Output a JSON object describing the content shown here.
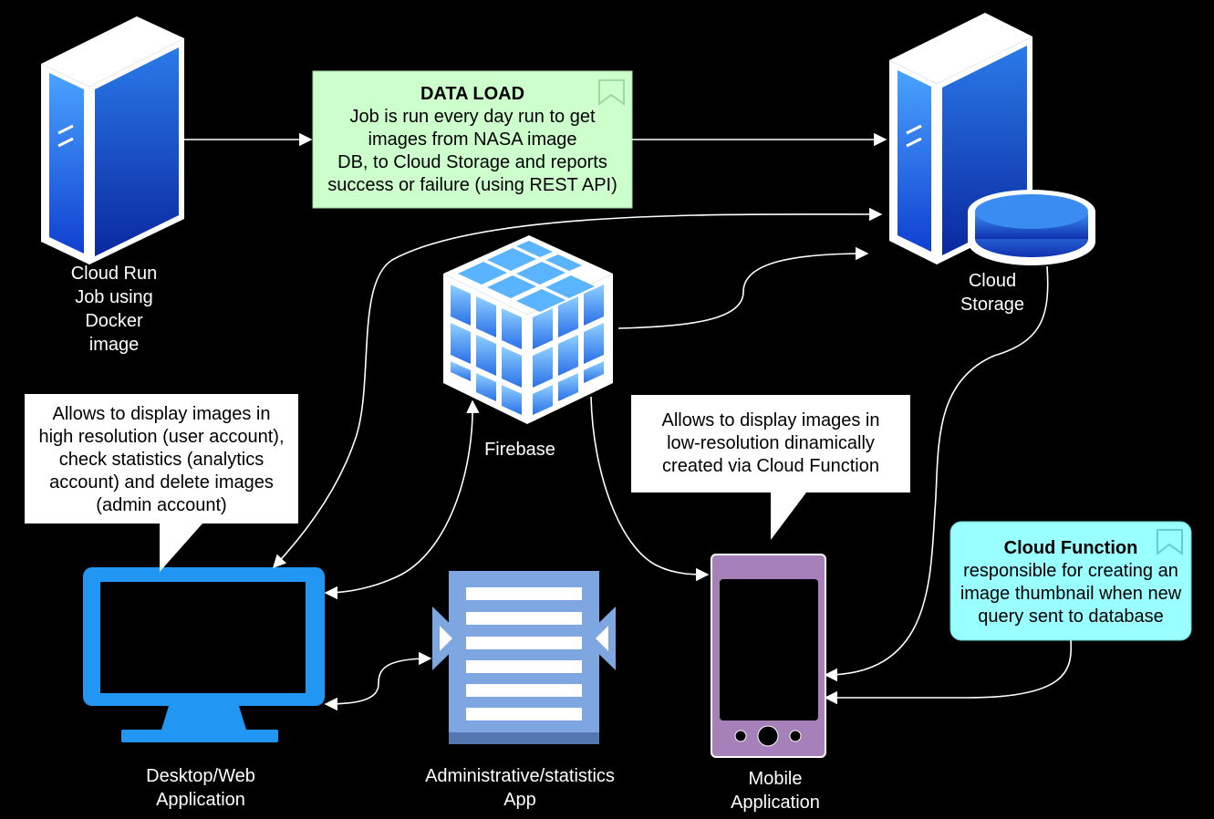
{
  "nodes": {
    "cloud_run": {
      "label_lines": [
        "Cloud Run",
        "Job using",
        "Docker",
        "image"
      ]
    },
    "cloud_storage": {
      "label_lines": [
        "Cloud",
        "Storage"
      ]
    },
    "firebase": {
      "label": "Firebase"
    },
    "desktop": {
      "label_lines": [
        "Desktop/Web",
        "Application"
      ]
    },
    "admin_app": {
      "label_lines": [
        "Administrative/statistics",
        "App"
      ]
    },
    "mobile": {
      "label_lines": [
        "Mobile",
        "Application"
      ]
    }
  },
  "data_load": {
    "title": "DATA LOAD",
    "lines": [
      "Job is run every day run to get",
      "images from NASA image",
      "DB, to Cloud Storage and reports",
      "success or failure (using REST API)"
    ]
  },
  "cloud_function": {
    "title": "Cloud Function",
    "lines": [
      "responsible for creating an",
      "image thumbnail when new",
      "query sent to database"
    ]
  },
  "callouts": {
    "desktop_note": [
      "Allows to display images in",
      "high resolution (user account),",
      "check statistics (analytics",
      "account) and delete images",
      "(admin account)"
    ],
    "mobile_note": [
      "Allows to display images in",
      "low-resolution dinamically",
      "created via Cloud Function"
    ]
  },
  "colors": {
    "background": "#000000",
    "data_load_fill": "#ccffcc",
    "cloud_function_fill": "#99ffff",
    "server_blue": "#1a73e8",
    "monitor_blue": "#2196f3",
    "mobile_purple": "#a680b8",
    "admin_blue": "#7ea6e0"
  },
  "icons": [
    "server-icon",
    "database-icon",
    "cube-icon",
    "monitor-icon",
    "document-list-icon",
    "mobile-phone-icon",
    "bookmark-icon"
  ]
}
